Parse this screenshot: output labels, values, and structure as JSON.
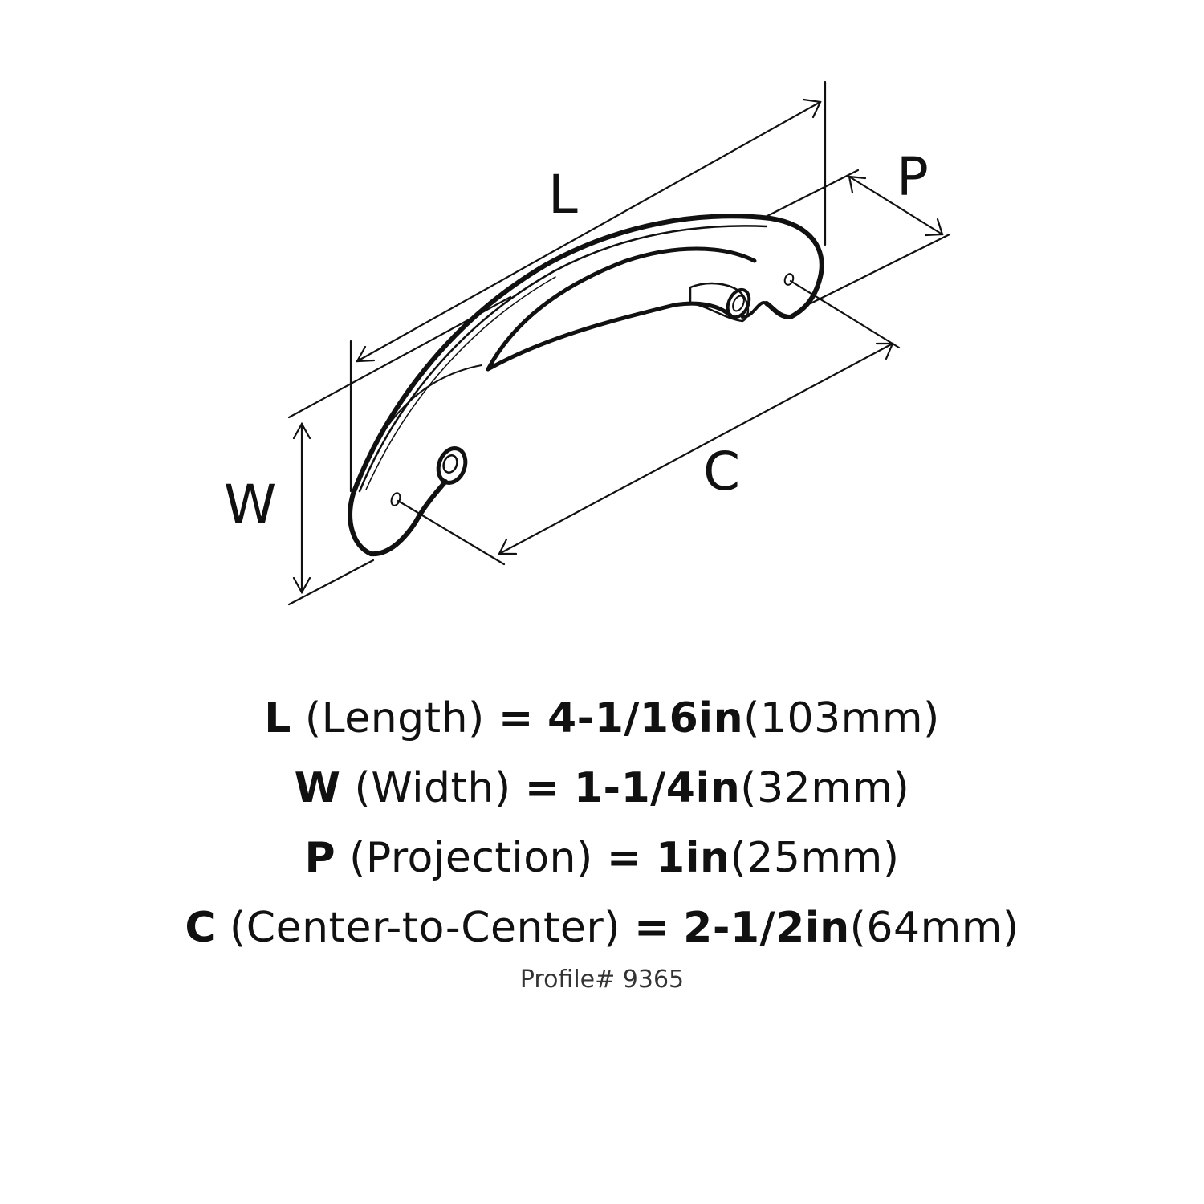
{
  "diagram": {
    "labels": {
      "L": "L",
      "W": "W",
      "P": "P",
      "C": "C"
    },
    "stroke_color": "#111111",
    "background": "#ffffff"
  },
  "specs": [
    {
      "key": "L",
      "name": "(Length)",
      "eq": "=",
      "imperial": "4-1/16in",
      "metric": "(103mm)"
    },
    {
      "key": "W",
      "name": "(Width)",
      "eq": "=",
      "imperial": "1-1/4in",
      "metric": "(32mm)"
    },
    {
      "key": "P",
      "name": "(Projection)",
      "eq": "=",
      "imperial": "1in",
      "metric": "(25mm)"
    },
    {
      "key": "C",
      "name": "(Center-to-Center)",
      "eq": "=",
      "imperial": "2-1/2in",
      "metric": "(64mm)"
    }
  ],
  "profile": "Profile# 9365"
}
